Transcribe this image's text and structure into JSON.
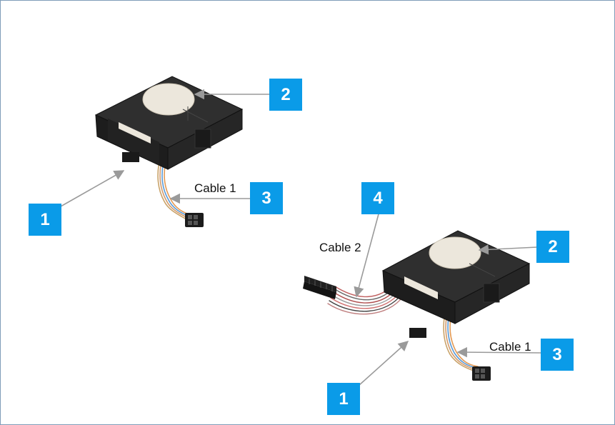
{
  "colors": {
    "callout_fill": "#0a9be8",
    "callout_text": "#ffffff",
    "leader_line": "#9a9a9a",
    "housing": "#262626",
    "disc": "#ece7dc"
  },
  "modules": [
    {
      "callouts": {
        "c1": "1",
        "c2": "2",
        "c3": "3"
      },
      "labels": {
        "cable1": "Cable 1"
      }
    },
    {
      "callouts": {
        "c1": "1",
        "c2": "2",
        "c3": "3",
        "c4": "4"
      },
      "labels": {
        "cable1": "Cable 1",
        "cable2": "Cable 2"
      }
    }
  ]
}
